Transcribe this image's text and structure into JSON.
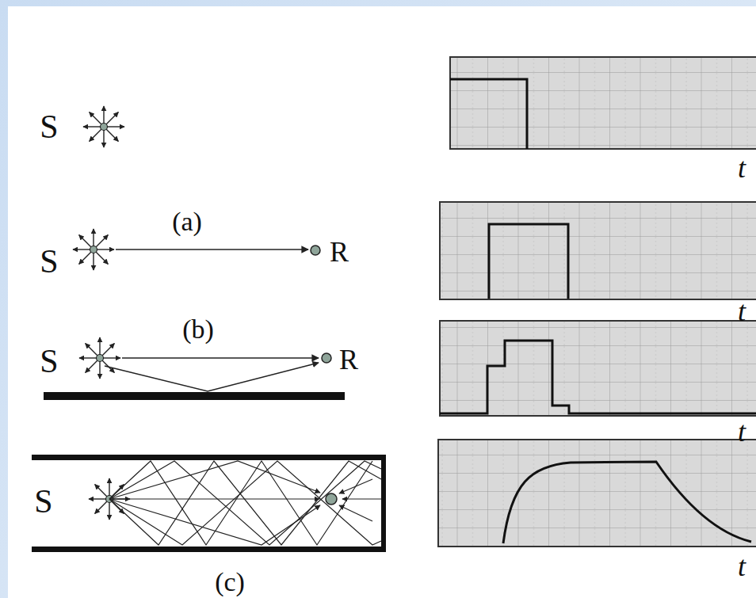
{
  "diagram": {
    "labels": [
      "S",
      "t",
      "(a)",
      "S",
      "R",
      "t",
      "(b)",
      "S",
      "R",
      "t",
      "S",
      "t",
      "(c)"
    ]
  }
}
